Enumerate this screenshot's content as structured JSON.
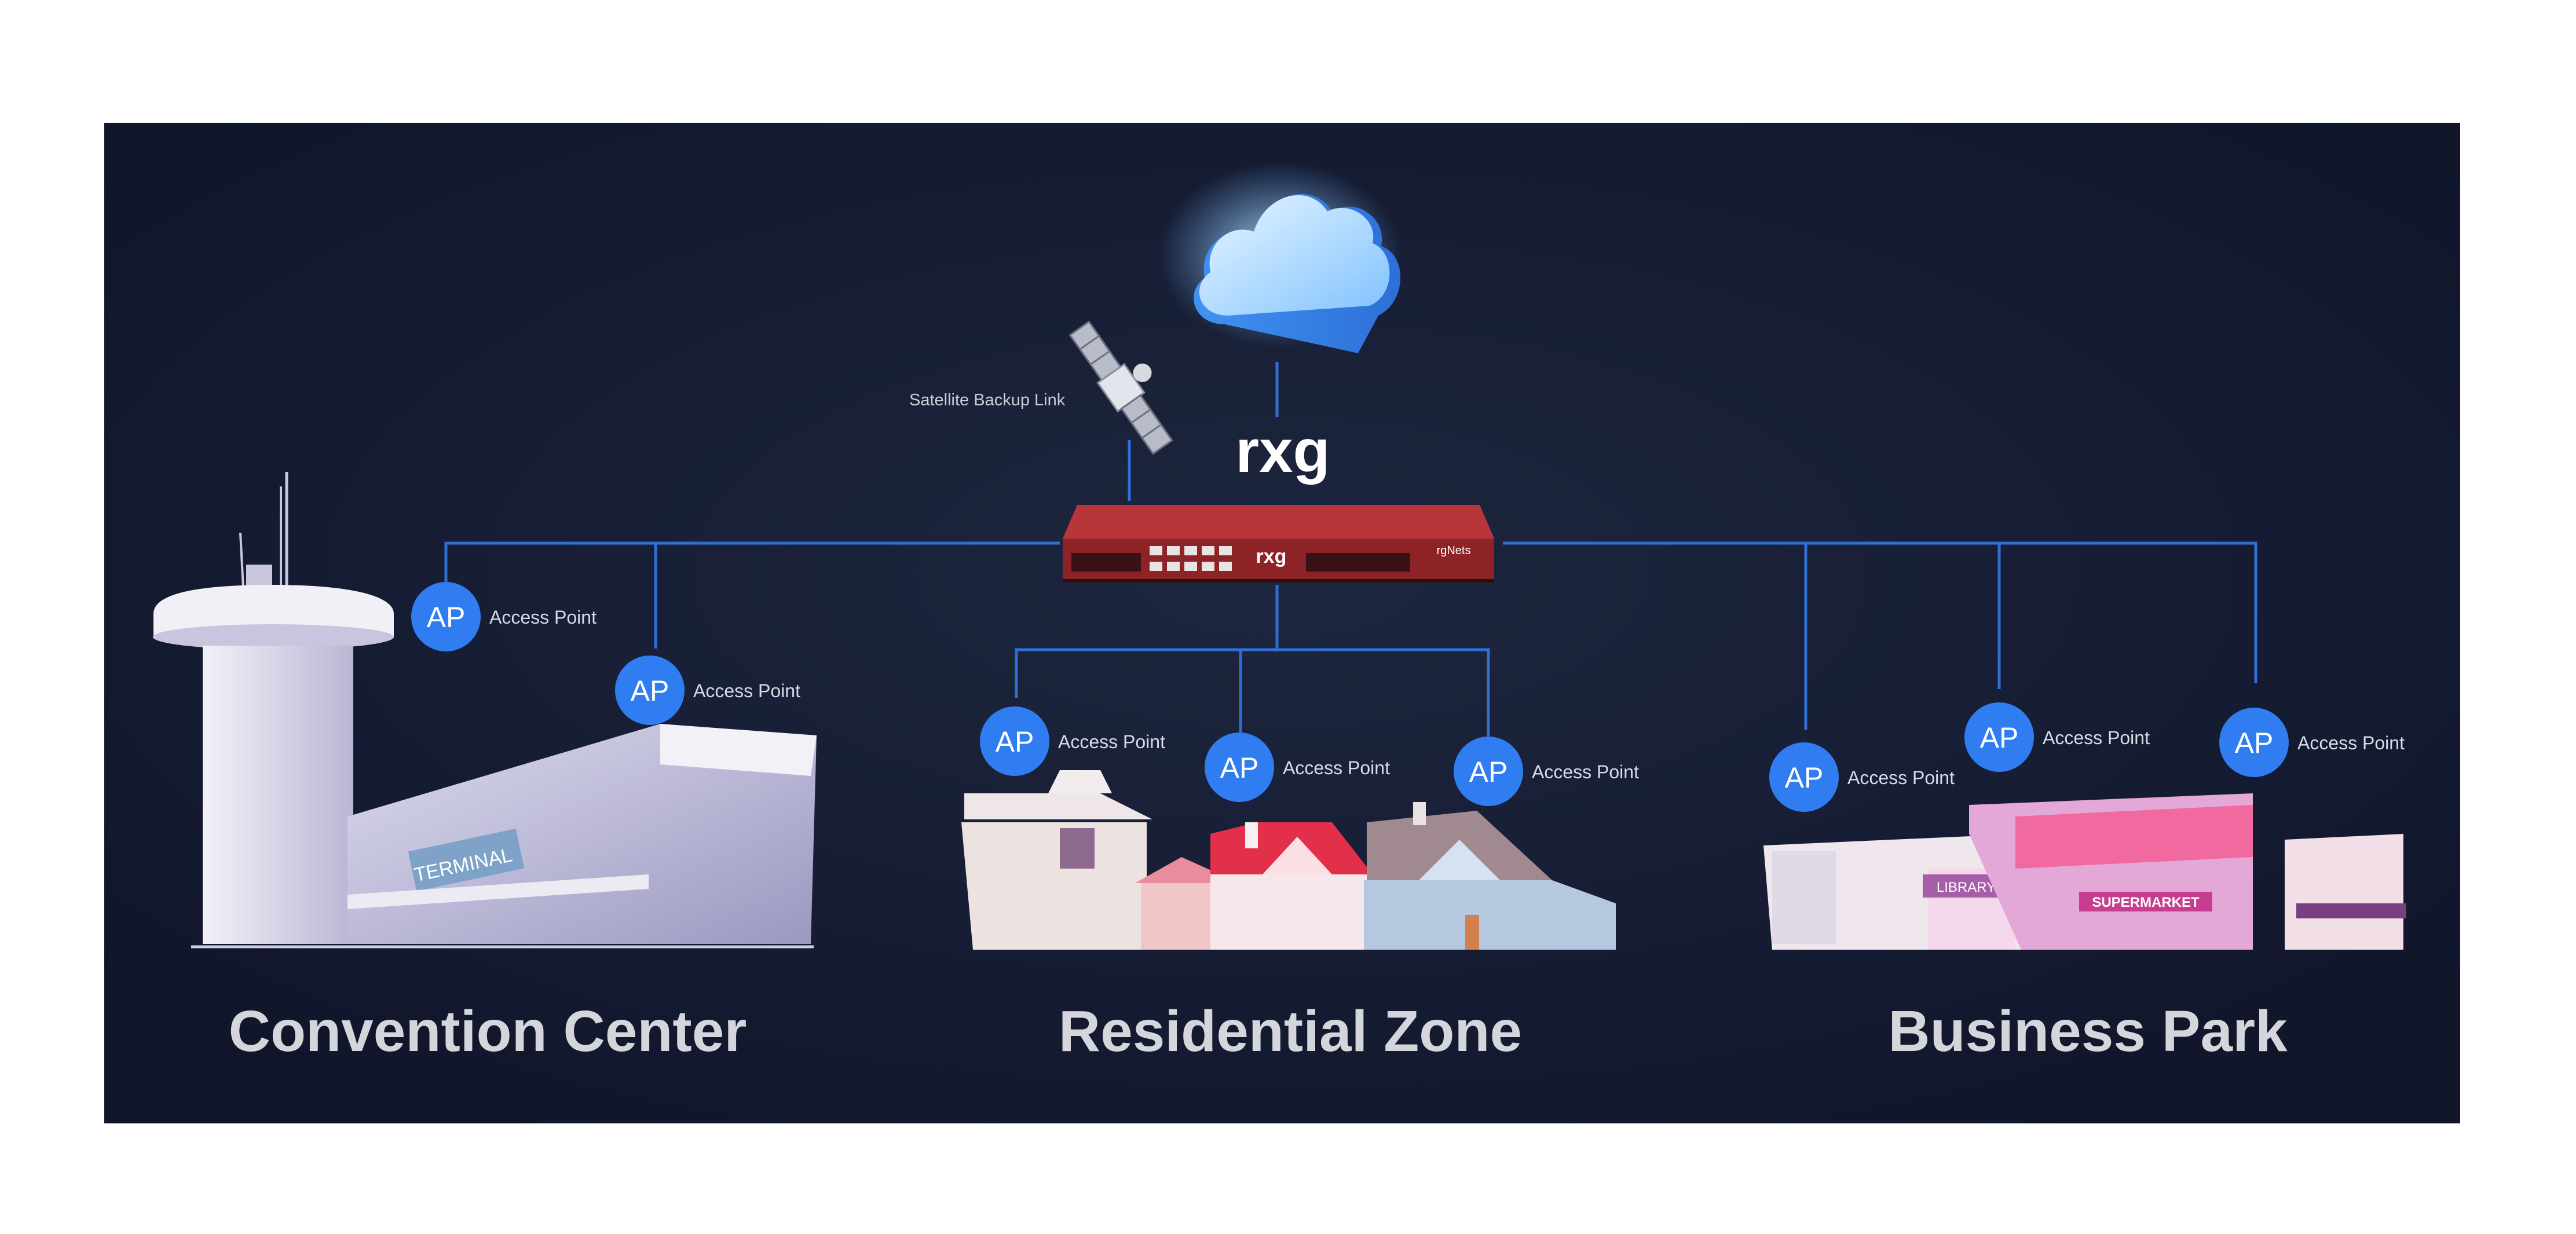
{
  "diagram": {
    "satellite_label": "Satellite Backup Link",
    "device_logo": "rxg",
    "device_brand": "rgNets",
    "ap_badge": "AP",
    "ap_label": "Access Point",
    "zones": {
      "convention": {
        "title": "Convention Center",
        "sign": "TERMINAL"
      },
      "residential": {
        "title": "Residential Zone"
      },
      "business": {
        "title": "Business Park",
        "sign_library": "LIBRARY",
        "sign_supermarket": "SUPERMARKET"
      }
    }
  },
  "icons": [
    "cloud-icon",
    "satellite-icon",
    "router-appliance-icon",
    "building-icon",
    "house-icon"
  ],
  "colors": {
    "background": "#141a2e",
    "link_line": "#2f6fd6",
    "ap_badge": "#2f7df0",
    "appliance_red": "#a72c31",
    "title_text": "#d4d6dc"
  }
}
